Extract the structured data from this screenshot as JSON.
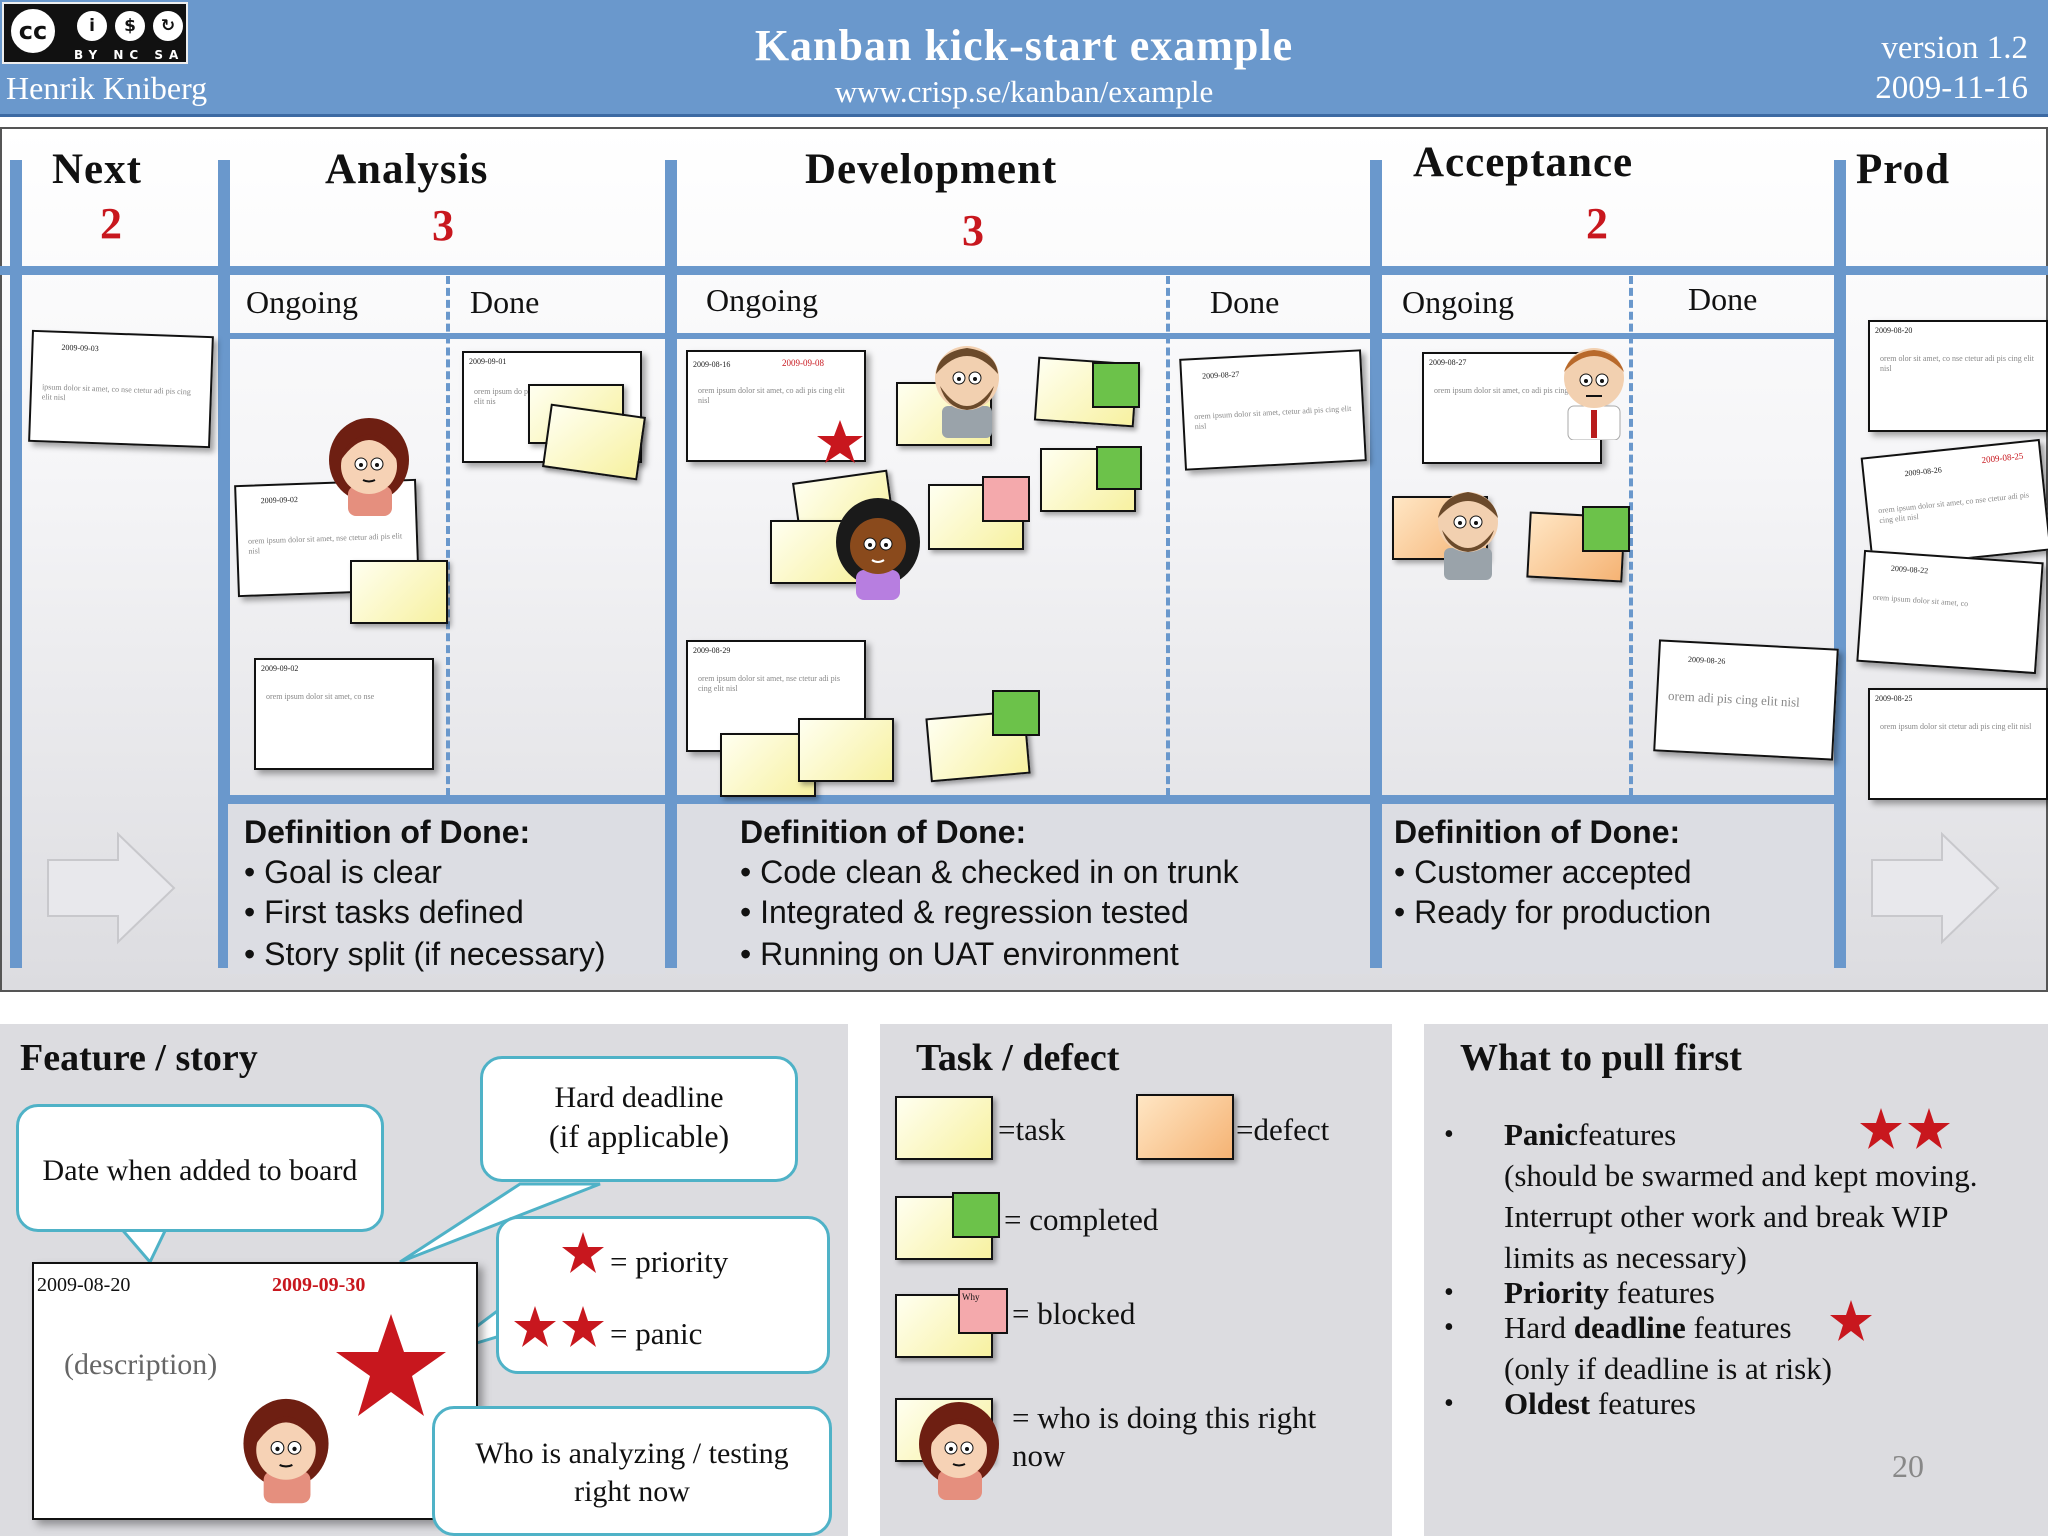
{
  "header": {
    "license_sub": "BY  NC  SA",
    "author": "Henrik Kniberg",
    "title": "Kanban kick-start example",
    "url": "www.crisp.se/kanban/example",
    "version": "version 1.2",
    "date": "2009-11-16"
  },
  "board": {
    "columns": [
      {
        "title": "Next",
        "wip": "2"
      },
      {
        "title": "Analysis",
        "wip": "3",
        "ongoing": "Ongoing",
        "done": "Done"
      },
      {
        "title": "Development",
        "wip": "3",
        "ongoing": "Ongoing",
        "done": "Done"
      },
      {
        "title": "Acceptance",
        "wip": "2",
        "ongoing": "Ongoing",
        "done": "Done"
      },
      {
        "title": "Prod"
      }
    ],
    "dod": [
      {
        "title": "Definition of Done:",
        "items": [
          "Goal is clear",
          "First tasks defined",
          "Story split (if necessary)"
        ]
      },
      {
        "title": "Definition of Done:",
        "items": [
          "Code clean & checked in on trunk",
          "Integrated & regression tested",
          "Running on UAT environment"
        ]
      },
      {
        "title": "Definition of Done:",
        "items": [
          "Customer accepted",
          "Ready for production"
        ]
      }
    ],
    "cards": {
      "next1": {
        "date": "2009-09-03",
        "text": "ipsum dolor sit amet, co nse ctetur adi pis cing elit nisl"
      },
      "an1": {
        "date": "2009-09-02",
        "text": "orem ipsum dolor sit amet, nse ctetur adi pis elit nisl"
      },
      "an2": {
        "date": "2009-09-02",
        "text": "orem ipsum dolor sit amet, co nse"
      },
      "and1": {
        "date": "2009-09-01",
        "text": "orem ipsum do pis cing elit nis"
      },
      "dev1": {
        "date": "2009-08-16",
        "deadline": "2009-09-08",
        "text": "orem ipsum dolor sit amet, co adi pis cing elit nisl"
      },
      "dev2": {
        "date": "2009-08-29",
        "text": "orem ipsum dolor sit amet, nse ctetur adi pis cing elit nisl"
      },
      "devd1": {
        "date": "2009-08-27",
        "text": "orem ipsum dolor sit amet, ctetur adi pis cing elit nisl"
      },
      "acc1": {
        "date": "2009-08-27",
        "text": "orem ipsum dolor sit amet, co adi pis cing nisl"
      },
      "accd1": {
        "date": "2009-08-26",
        "text": "orem adi pis cing elit nisl"
      },
      "prod1": {
        "date": "2009-08-20",
        "text": "orem olor sit amet, co nse ctetur adi pis cing elit nisl"
      },
      "prod2": {
        "date": "2009-08-26",
        "deadline": "2009-08-25",
        "text": "orem ipsum dolor sit amet, co nse ctetur adi pis cing elit nisl"
      },
      "prod3": {
        "date": "2009-08-22",
        "text": "orem ipsum dolor sit amet, co"
      },
      "prod4": {
        "date": "2009-08-25",
        "text": "orem ipsum dolor sit ctetur adi pis cing elit nisl"
      }
    }
  },
  "feature_panel": {
    "title": "Feature / story",
    "bubble_date": "Date when added to board",
    "bubble_deadline_1": "Hard deadline",
    "bubble_deadline_2": "(if applicable)",
    "priority_label": "= priority",
    "panic_label": "= panic",
    "analyzing_1": "Who is analyzing / testing",
    "analyzing_2": "right now",
    "card_date": "2009-08-20",
    "card_deadline": "2009-09-30",
    "card_description": "(description)"
  },
  "task_panel": {
    "title": "Task / defect",
    "task": "=task",
    "defect": "=defect",
    "completed": "= completed",
    "blocked": "= blocked",
    "blocked_note": "Why",
    "who_1": "= who is doing this right",
    "who_2": "now"
  },
  "pull_panel": {
    "title": "What to pull first",
    "items": [
      {
        "bold": "Panic",
        "rest": "features"
      },
      {
        "line": "(should be swarmed and kept moving."
      },
      {
        "line": "Interrupt other work and break WIP"
      },
      {
        "line": "limits as necessary)"
      },
      {
        "bold": "Priority",
        "rest": " features"
      },
      {
        "pre": "Hard ",
        "bold": "deadline",
        "rest": " features"
      },
      {
        "line": "(only if deadline is at risk)"
      },
      {
        "bold": "Oldest",
        "rest": " features"
      }
    ],
    "page_number": "20"
  },
  "colors": {
    "header_blue": "#6a98cc",
    "wip_red": "#c8171e",
    "bubble_border": "#4fb2c7",
    "sticky_yellow": "#f7f1a0",
    "completed_green": "#6cc24a",
    "blocked_pink": "#f4a9ac",
    "defect_orange": "#f5b374"
  }
}
